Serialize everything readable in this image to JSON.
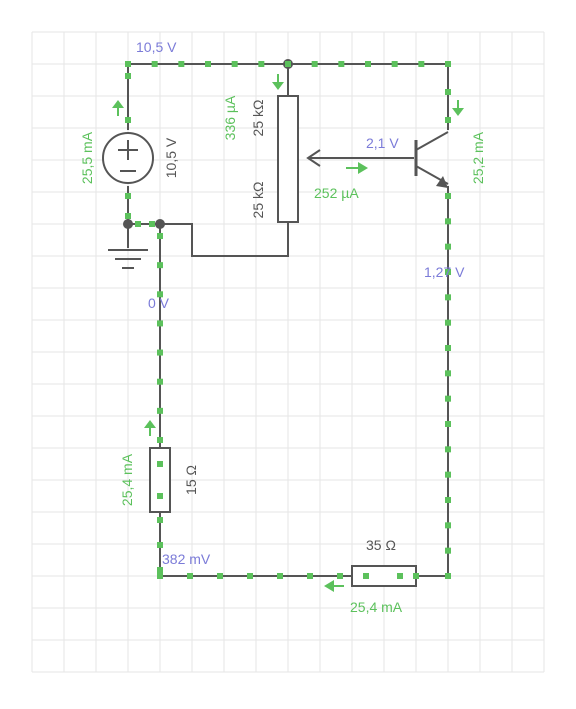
{
  "colors": {
    "wire": "#555555",
    "current": "#5cc15c",
    "voltage": "#7b7bd8",
    "grid": "#e6e6e6",
    "background": "#ffffff"
  },
  "labels": {
    "v_top": "10,5 V",
    "v_source": "10,5 V",
    "i_source": "25,5 mA",
    "v_ground": "0 V",
    "i_pot": "336 µA",
    "pot_top": "25 kΩ",
    "pot_bottom": "25 kΩ",
    "v_base": "2,1 V",
    "i_base": "252 µA",
    "i_collector": "25,2 mA",
    "v_emitter": "1,27 V",
    "i_r15": "25,4 mA",
    "r15": "15 Ω",
    "v_bottom": "382 mV",
    "r35": "35 Ω",
    "i_r35": "25,4 mA"
  }
}
